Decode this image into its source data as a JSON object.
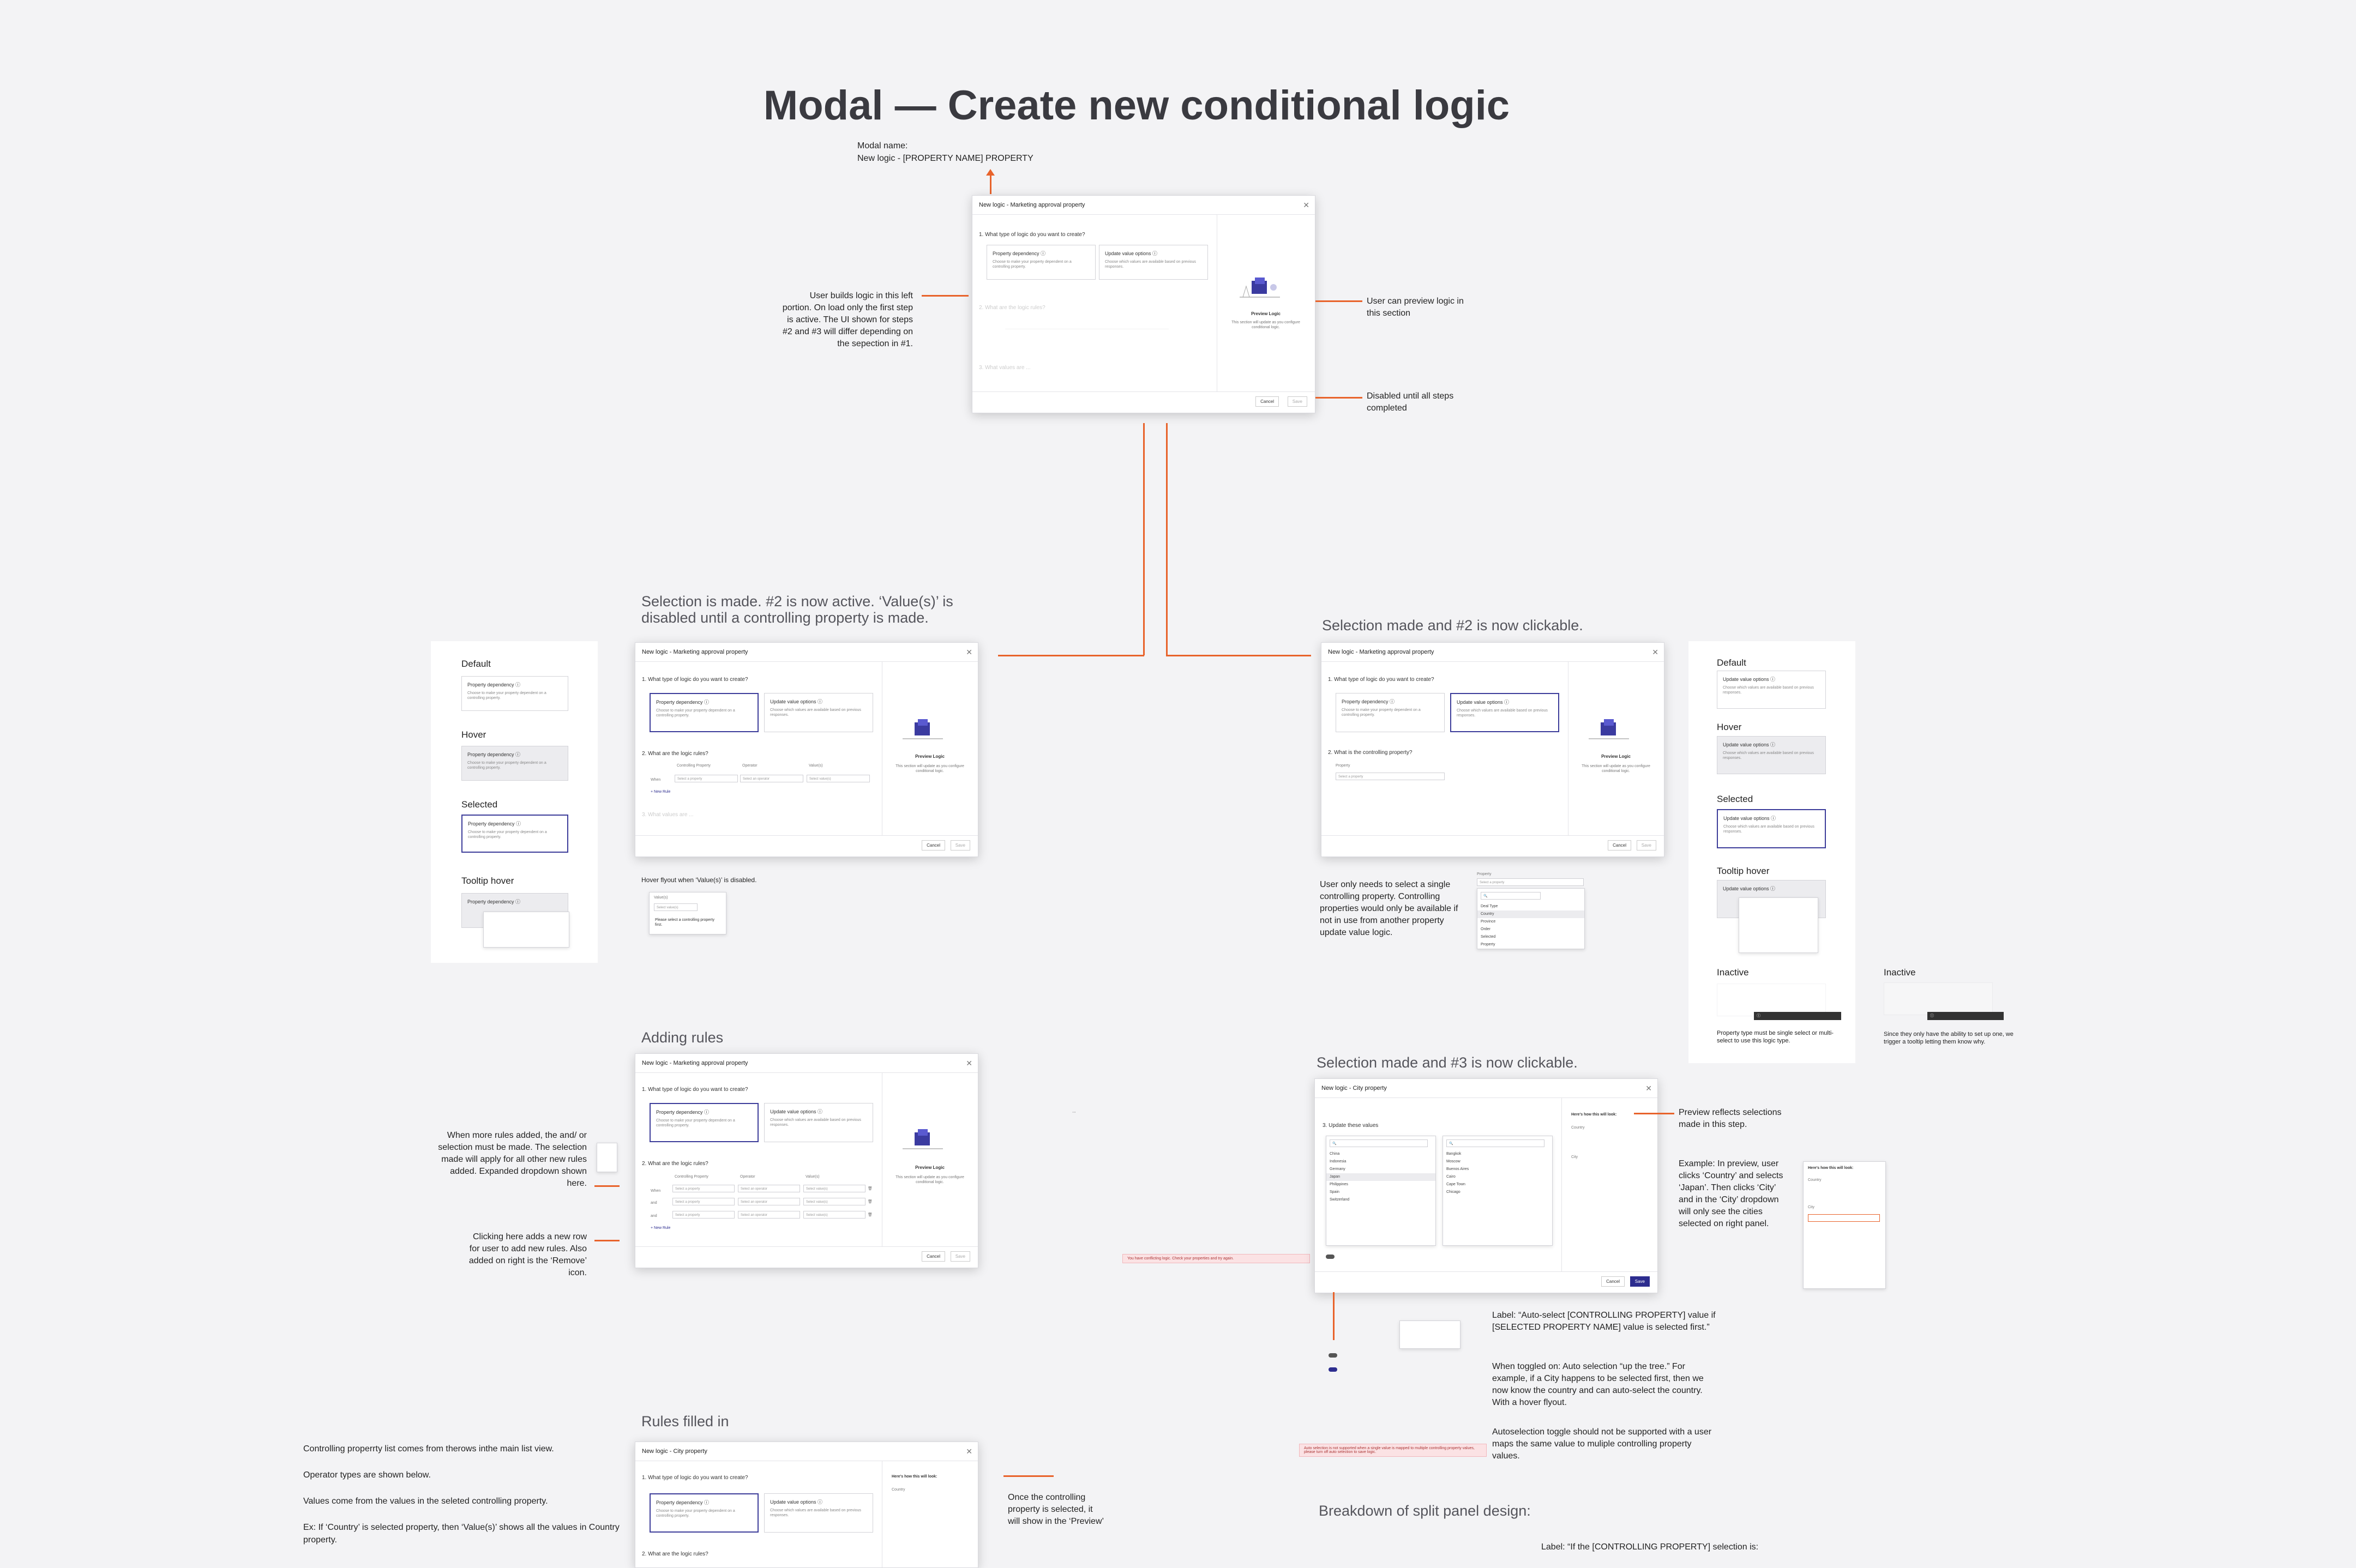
{
  "page_title": "Modal — Create new conditional logic",
  "top_notes": {
    "modal_name": "Modal name:\nNew logic - [PROPERTY NAME] PROPERTY",
    "left_note": "User builds logic in this left portion. On load only the first step is active. The  UI shown for steps #2 and #3 will differ depending on the sepection in #1.",
    "preview_note": "User can preview logic in this section",
    "disabled_note": "Disabled until all steps completed"
  },
  "modal": {
    "title_marketing": "New logic - Marketing approval property",
    "title_city": "New logic - City property",
    "step1": "1. What type of logic do you want to create?",
    "step2_rules": "2. What are the logic rules?",
    "step2_controlling": "2. What is the controlling property?",
    "step3": "3. Update these values",
    "step3_faded": "3. What values are ...",
    "card_dependency": "Property dependency ⓘ",
    "card_dependency_sub": "Choose to make your property dependent on a controlling property.",
    "card_update": "Update value options ⓘ",
    "card_update_sub": "Choose which values are available based on previous responses.",
    "preview_title": "Preview Logic",
    "preview_text": "This section will update as you configure conditional logic.",
    "cancel": "Cancel",
    "save": "Save",
    "col_controlling": "Controlling Property",
    "col_operator": "Operator",
    "col_values": "Value(s)",
    "when": "When",
    "and": "and",
    "select_property": "Select a property",
    "select_operator": "Select an operator",
    "select_values": "Select value(s)",
    "new_rule": "+ New Rule",
    "property": "Property",
    "heres_how": "Here's how this will look:",
    "country_label": "Country",
    "city_label": "City"
  },
  "sections": {
    "sel_made_active": "Selection is made. #2 is now active. ‘Value(s)’ is disabled until a controlling property is made.",
    "sel_made_clickable": "Selection made and #2 is now clickable.",
    "adding_rules": "Adding rules",
    "sel_made_3": "Selection made and #3 is now clickable.",
    "rules_filled": "Rules filled in",
    "breakdown": "Breakdown of split panel design:"
  },
  "states_left": {
    "default": "Default",
    "hover": "Hover",
    "selected": "Selected",
    "tooltip_hover": "Tooltip hover"
  },
  "states_right": {
    "default": "Default",
    "hover": "Hover",
    "selected": "Selected",
    "tooltip_hover": "Tooltip hover",
    "inactive": "Inactive",
    "inactive2": "Inactive",
    "inactive_note": "Property type must be single select or multi-select to use this logic type.",
    "inactive2_note": "Since they only have the ability to set up one, we trigger a tooltip letting them know why."
  },
  "notes": {
    "hover_flyout": "Hover flyout when ‘Value(s)’ is disabled.",
    "tooltip_flyout": "Please select a controlling property first.",
    "single_controlling": "User only needs to select a single controlling property.  Controlling properties would only be available if not in use from another property update value logic.",
    "and_or": "When more rules added, the and/ or selection must be made. The selection made will apply for all other new rules added.  Expanded dropdown shown here.",
    "new_row": "Clicking here adds a new row for user to add new rules. Also added on right is the ‘Remove’ icon.",
    "preview_reflects": "Preview reflects selections made in this step.",
    "example_country": "Example: In preview, user clicks ‘Country’ and selects ‘Japan’. Then clicks ‘City’ and in the ‘City’ dropdown will only see the cities selected on right panel.",
    "auto_label": "Label: “Auto-select [CONTROLLING PROPERTY] value if [SELECTED PROPERTY NAME] value is selected first.”",
    "toggled_on": "When toggled on: Auto selection “up the tree.” For example, if a City happens to be selected first, then we now know the country and can auto-select the country. With a hover flyout.",
    "autoselection_warn": "Autoselection toggle should not be supported with a user maps the same value to muliple controlling property values.",
    "controlling_list": "Controlling properrty list comes from therows inthe main list view.",
    "operator_types": "Operator types are shown below.",
    "values_come": "Values come from the values in the seleted controlling property.",
    "ex_country": "Ex: If ‘Country’ is selected property, then ‘Value(s)’ shows all the values in Country property.",
    "once_controlling": "Once the controlling property is selected, it will show in the ‘Preview’",
    "label_if": "Label: “If the [CONTROLLING PROPERTY] selection is:"
  },
  "dropdown_property": [
    "Deal Type",
    "Country",
    "Province",
    "Order",
    "Selected",
    "Property"
  ],
  "countries": [
    "China",
    "Indonesia",
    "Germany",
    "Japan",
    "Philippines",
    "Spain",
    "Switzerland"
  ],
  "cities": [
    "Bangkok",
    "Moscow",
    "Buenos Aires",
    "Cairo",
    "Cape Town",
    "Chicago"
  ],
  "error_msgs": {
    "recur": "You have conflicting logic. Check your properties and try again.",
    "multi": "Auto selection is not supported when a single value is mapped to multiple controlling property values, please turn off auto selection to save logic."
  },
  "colors": {
    "accent": "#e8632b",
    "primary": "#2d2d8f"
  }
}
